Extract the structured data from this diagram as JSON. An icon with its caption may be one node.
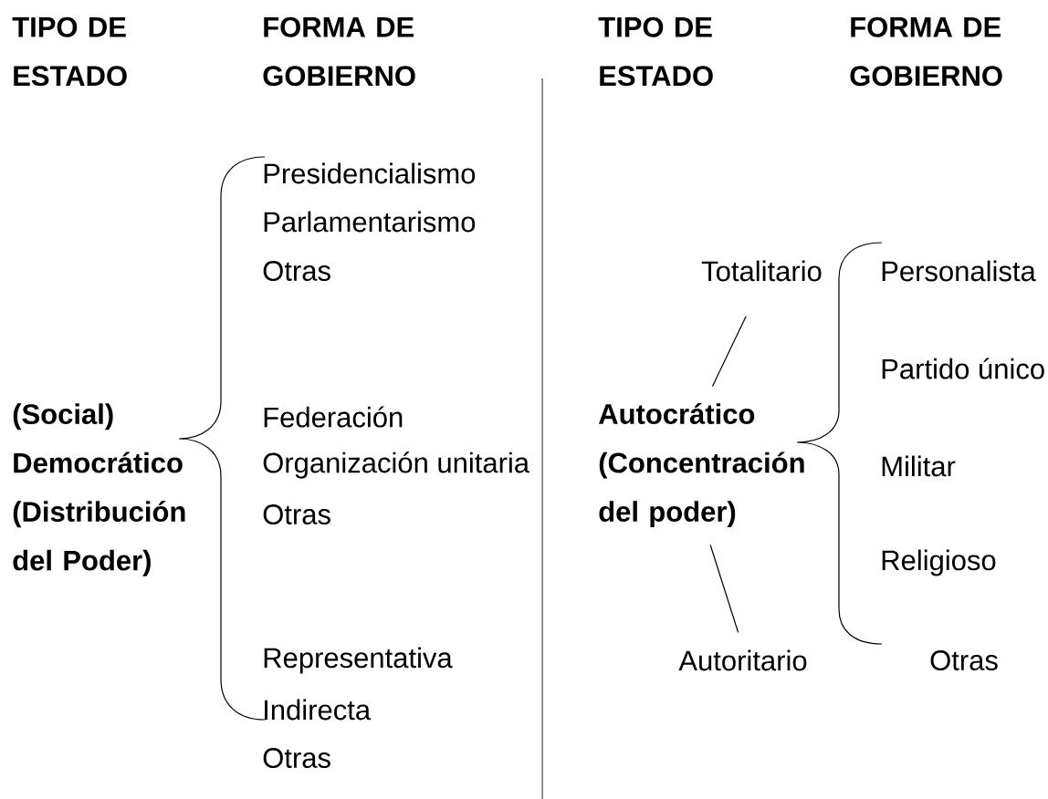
{
  "diagram": {
    "nodes": [
      {
        "text": [
          "Autocrático (Concentración del poder)"
        ]
      },
      {
        "text": [
          "Totalitario"
        ]
      },
      {
        "text": [
          "Autoritario"
        ]
      }
    ],
    "edges": [
      {
        "from": 0,
        "to": 1,
        "arrow": "none"
      },
      {
        "from": 0,
        "to": 2,
        "arrow": "none"
      }
    ],
    "labels": [
      "TIPO DE ESTADO",
      "FORMA DE GOBIERNO",
      "TIPO DE ESTADO",
      "FORMA DE GOBIERNO",
      "(Social) Democrático (Distribución del Poder)",
      "Presidencialismo",
      "Parlamentarismo",
      "Otras",
      "Federación",
      "Organización unitaria",
      "Otras",
      "Representativa",
      "Indirecta",
      "Otras",
      "Personalista",
      "Partido único",
      "Militar",
      "Religioso",
      "Otras"
    ]
  }
}
